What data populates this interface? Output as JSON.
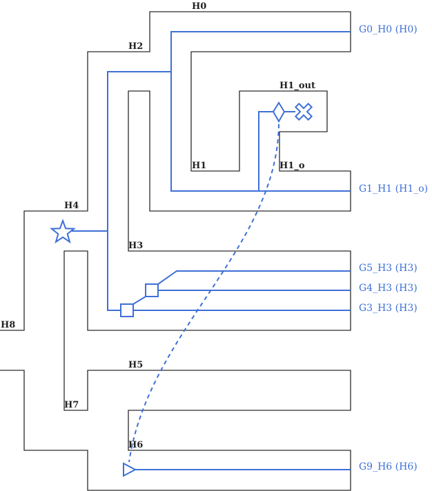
{
  "colors": {
    "background": "#ffffff",
    "outline": "#2a2a2a",
    "route": "#3d6fd6",
    "region_label": "#222222",
    "route_label": "#3d6fd6"
  },
  "region_labels": [
    "H0",
    "H2",
    "H1_out",
    "H1",
    "H1_o",
    "H4",
    "H3",
    "H8",
    "H5",
    "H7",
    "H6"
  ],
  "route_labels": [
    "G0_H0 (H0)",
    "G1_H1 (H1_o)",
    "G5_H3 (H3)",
    "G4_H3 (H3)",
    "G3_H3 (H3)",
    "G9_H6 (H6)"
  ],
  "icons": [
    "star-icon",
    "square-icon",
    "diamond-icon",
    "x-cross-icon",
    "triangle-icon"
  ]
}
